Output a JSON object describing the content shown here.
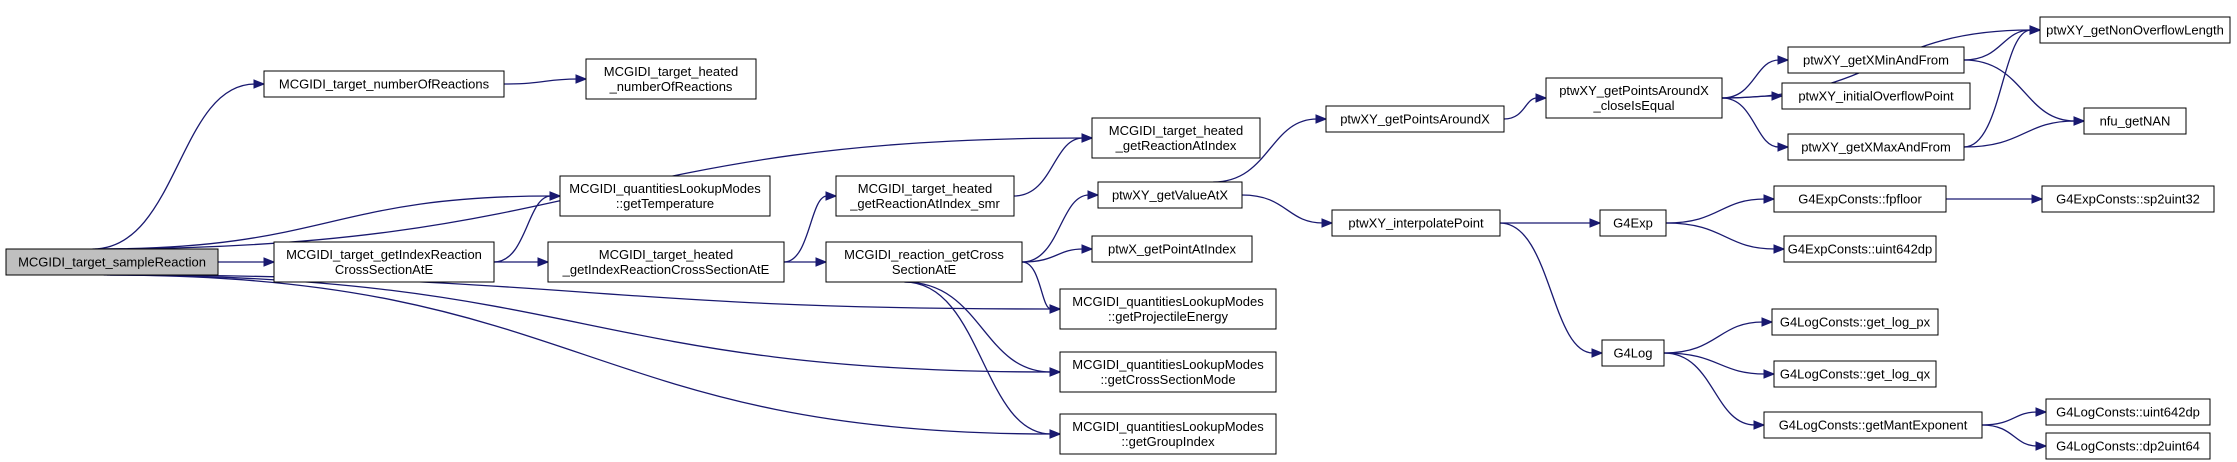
{
  "graph": {
    "nodes": [
      {
        "id": "sampleReaction",
        "lines": [
          "MCGIDI_target_sampleReaction"
        ]
      },
      {
        "id": "numberOfReactions",
        "lines": [
          "MCGIDI_target_numberOfReactions"
        ]
      },
      {
        "id": "heatedNumberOfReactions",
        "lines": [
          "MCGIDI_target_heated",
          "_numberOfReactions"
        ]
      },
      {
        "id": "heatedGetReactionAtIndex",
        "lines": [
          "MCGIDI_target_heated",
          "_getReactionAtIndex"
        ]
      },
      {
        "id": "getTemperature",
        "lines": [
          "MCGIDI_quantitiesLookupModes",
          "::getTemperature"
        ]
      },
      {
        "id": "heatedGetReactionAtIndexSmr",
        "lines": [
          "MCGIDI_target_heated",
          "_getReactionAtIndex_smr"
        ]
      },
      {
        "id": "getIndexReactionCrossSectionAtE",
        "lines": [
          "MCGIDI_target_getIndexReaction",
          "CrossSectionAtE"
        ]
      },
      {
        "id": "heatedGetIndexReactionCrossSectionAtE",
        "lines": [
          "MCGIDI_target_heated",
          "_getIndexReactionCrossSectionAtE"
        ]
      },
      {
        "id": "reactionGetCrossSectionAtE",
        "lines": [
          "MCGIDI_reaction_getCross",
          "SectionAtE"
        ]
      },
      {
        "id": "getProjectileEnergy",
        "lines": [
          "MCGIDI_quantitiesLookupModes",
          "::getProjectileEnergy"
        ]
      },
      {
        "id": "getCrossSectionMode",
        "lines": [
          "MCGIDI_quantitiesLookupModes",
          "::getCrossSectionMode"
        ]
      },
      {
        "id": "getGroupIndex",
        "lines": [
          "MCGIDI_quantitiesLookupModes",
          "::getGroupIndex"
        ]
      },
      {
        "id": "ptwXYGetValueAtX",
        "lines": [
          "ptwXY_getValueAtX"
        ]
      },
      {
        "id": "ptwXGetPointAtIndex",
        "lines": [
          "ptwX_getPointAtIndex"
        ]
      },
      {
        "id": "ptwXYGetPointsAroundX",
        "lines": [
          "ptwXY_getPointsAroundX"
        ]
      },
      {
        "id": "ptwXYInterpolatePoint",
        "lines": [
          "ptwXY_interpolatePoint"
        ]
      },
      {
        "id": "ptwXYGetPointsAroundXCloseIsEqual",
        "lines": [
          "ptwXY_getPointsAroundX",
          "_closeIsEqual"
        ]
      },
      {
        "id": "ptwXYGetXMinAndFrom",
        "lines": [
          "ptwXY_getXMinAndFrom"
        ]
      },
      {
        "id": "ptwXYInitialOverflowPoint",
        "lines": [
          "ptwXY_initialOverflowPoint"
        ]
      },
      {
        "id": "ptwXYGetXMaxAndFrom",
        "lines": [
          "ptwXY_getXMaxAndFrom"
        ]
      },
      {
        "id": "ptwXYGetNonOverflowLength",
        "lines": [
          "ptwXY_getNonOverflowLength"
        ]
      },
      {
        "id": "nfuGetNAN",
        "lines": [
          "nfu_getNAN"
        ]
      },
      {
        "id": "G4Exp",
        "lines": [
          "G4Exp"
        ]
      },
      {
        "id": "G4Log",
        "lines": [
          "G4Log"
        ]
      },
      {
        "id": "G4ExpConstsFpfloor",
        "lines": [
          "G4ExpConsts::fpfloor"
        ]
      },
      {
        "id": "G4ExpConstsUint642dp",
        "lines": [
          "G4ExpConsts::uint642dp"
        ]
      },
      {
        "id": "G4ExpConstsSp2uint32",
        "lines": [
          "G4ExpConsts::sp2uint32"
        ]
      },
      {
        "id": "G4LogConstsGetLogPx",
        "lines": [
          "G4LogConsts::get_log_px"
        ]
      },
      {
        "id": "G4LogConstsGetLogQx",
        "lines": [
          "G4LogConsts::get_log_qx"
        ]
      },
      {
        "id": "G4LogConstsGetMantExponent",
        "lines": [
          "G4LogConsts::getMantExponent"
        ]
      },
      {
        "id": "G4LogConstsUint642dp",
        "lines": [
          "G4LogConsts::uint642dp"
        ]
      },
      {
        "id": "G4LogConstsDp2uint64",
        "lines": [
          "G4LogConsts::dp2uint64"
        ]
      }
    ],
    "edges": [
      [
        "sampleReaction",
        "numberOfReactions"
      ],
      [
        "numberOfReactions",
        "heatedNumberOfReactions"
      ],
      [
        "sampleReaction",
        "heatedGetReactionAtIndex"
      ],
      [
        "sampleReaction",
        "getTemperature"
      ],
      [
        "sampleReaction",
        "getIndexReactionCrossSectionAtE"
      ],
      [
        "sampleReaction",
        "getProjectileEnergy"
      ],
      [
        "sampleReaction",
        "getCrossSectionMode"
      ],
      [
        "sampleReaction",
        "getGroupIndex"
      ],
      [
        "getIndexReactionCrossSectionAtE",
        "getTemperature"
      ],
      [
        "getIndexReactionCrossSectionAtE",
        "heatedGetIndexReactionCrossSectionAtE"
      ],
      [
        "heatedGetIndexReactionCrossSectionAtE",
        "heatedGetReactionAtIndexSmr"
      ],
      [
        "heatedGetIndexReactionCrossSectionAtE",
        "reactionGetCrossSectionAtE"
      ],
      [
        "heatedGetReactionAtIndexSmr",
        "heatedGetReactionAtIndex"
      ],
      [
        "reactionGetCrossSectionAtE",
        "ptwXYGetValueAtX"
      ],
      [
        "reactionGetCrossSectionAtE",
        "ptwXGetPointAtIndex"
      ],
      [
        "reactionGetCrossSectionAtE",
        "getProjectileEnergy"
      ],
      [
        "reactionGetCrossSectionAtE",
        "getCrossSectionMode"
      ],
      [
        "reactionGetCrossSectionAtE",
        "getGroupIndex"
      ],
      [
        "ptwXYGetValueAtX",
        "ptwXYGetPointsAroundX"
      ],
      [
        "ptwXYGetValueAtX",
        "ptwXYInterpolatePoint"
      ],
      [
        "ptwXYGetPointsAroundX",
        "ptwXYGetPointsAroundXCloseIsEqual"
      ],
      [
        "ptwXYGetPointsAroundXCloseIsEqual",
        "ptwXYGetNonOverflowLength"
      ],
      [
        "ptwXYGetPointsAroundXCloseIsEqual",
        "ptwXYGetXMinAndFrom"
      ],
      [
        "ptwXYGetPointsAroundXCloseIsEqual",
        "ptwXYInitialOverflowPoint"
      ],
      [
        "ptwXYGetPointsAroundXCloseIsEqual",
        "ptwXYGetXMaxAndFrom"
      ],
      [
        "ptwXYGetXMinAndFrom",
        "ptwXYGetNonOverflowLength"
      ],
      [
        "ptwXYGetXMinAndFrom",
        "nfuGetNAN"
      ],
      [
        "ptwXYGetXMaxAndFrom",
        "ptwXYGetNonOverflowLength"
      ],
      [
        "ptwXYGetXMaxAndFrom",
        "nfuGetNAN"
      ],
      [
        "ptwXYInterpolatePoint",
        "G4Exp"
      ],
      [
        "ptwXYInterpolatePoint",
        "G4Log"
      ],
      [
        "G4Exp",
        "G4ExpConstsFpfloor"
      ],
      [
        "G4Exp",
        "G4ExpConstsUint642dp"
      ],
      [
        "G4ExpConstsFpfloor",
        "G4ExpConstsSp2uint32"
      ],
      [
        "G4Log",
        "G4LogConstsGetLogPx"
      ],
      [
        "G4Log",
        "G4LogConstsGetLogQx"
      ],
      [
        "G4Log",
        "G4LogConstsGetMantExponent"
      ],
      [
        "G4LogConstsGetMantExponent",
        "G4LogConstsUint642dp"
      ],
      [
        "G4LogConstsGetMantExponent",
        "G4LogConstsDp2uint64"
      ]
    ]
  }
}
